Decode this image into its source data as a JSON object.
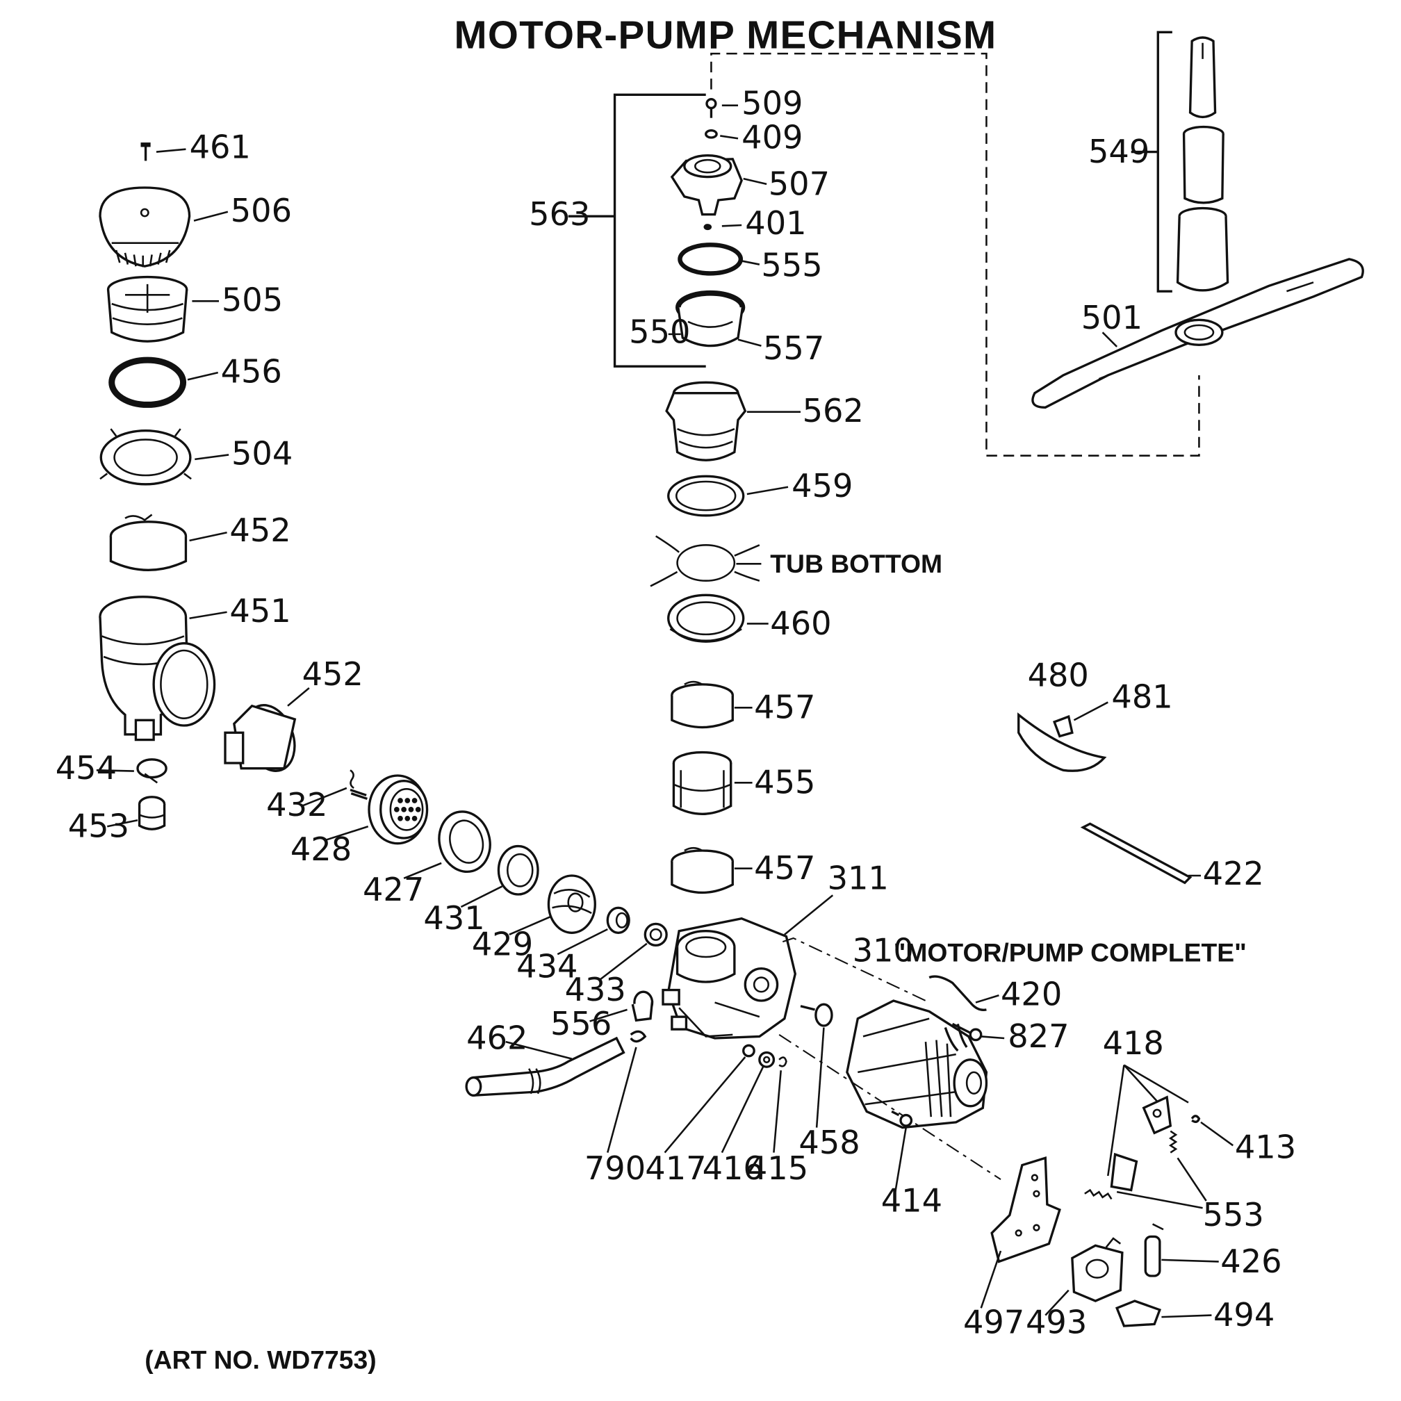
{
  "title": "MOTOR-PUMP MECHANISM",
  "art_number": "(ART NO. WD7753)",
  "tub_bottom_label": "TUB BOTTOM",
  "motor_pump_complete": {
    "number": "310",
    "caption": "\"MOTOR/PUMP COMPLETE\""
  },
  "part_numbers": {
    "p461": "461",
    "p506": "506",
    "p505": "505",
    "p456": "456",
    "p504": "504",
    "p452a": "452",
    "p451": "451",
    "p452b": "452",
    "p454": "454",
    "p453": "453",
    "p432": "432",
    "p428": "428",
    "p427": "427",
    "p431": "431",
    "p429": "429",
    "p434": "434",
    "p433": "433",
    "p556": "556",
    "p462": "462",
    "p790": "790",
    "p417": "417",
    "p416": "416",
    "p415": "415",
    "p458": "458",
    "p414": "414",
    "p311": "311",
    "p420": "420",
    "p827": "827",
    "p509": "509",
    "p409": "409",
    "p507": "507",
    "p401": "401",
    "p555": "555",
    "p550": "550",
    "p557": "557",
    "p563": "563",
    "p562": "562",
    "p459": "459",
    "p460": "460",
    "p457a": "457",
    "p455": "455",
    "p457b": "457",
    "p549": "549",
    "p501": "501",
    "p480": "480",
    "p481": "481",
    "p422": "422",
    "p418": "418",
    "p413": "413",
    "p553": "553",
    "p426": "426",
    "p497": "497",
    "p493": "493",
    "p494": "494"
  }
}
